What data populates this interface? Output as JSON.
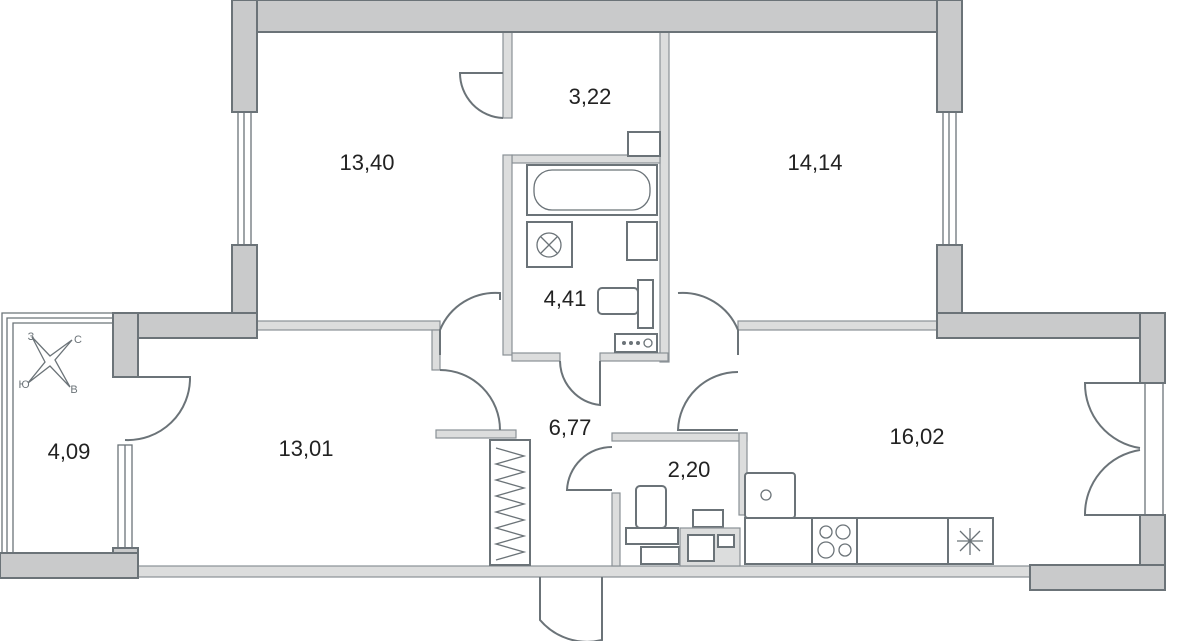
{
  "plan": {
    "rooms": [
      {
        "name": "bedroom-left-top",
        "area": "13,40"
      },
      {
        "name": "corridor-small",
        "area": "3,22"
      },
      {
        "name": "bedroom-right-top",
        "area": "14,14"
      },
      {
        "name": "bathroom",
        "area": "4,41"
      },
      {
        "name": "balcony",
        "area": "4,09"
      },
      {
        "name": "bedroom-left",
        "area": "13,01"
      },
      {
        "name": "hallway",
        "area": "6,77"
      },
      {
        "name": "toilet",
        "area": "2,20"
      },
      {
        "name": "kitchen-living",
        "area": "16,02"
      }
    ],
    "compass": {
      "north": "С",
      "south": "Ю",
      "west": "З",
      "east": "В"
    }
  },
  "colors": {
    "wall": "#c9cacb",
    "line": "#6b7378",
    "partition": "#dcdddd"
  }
}
